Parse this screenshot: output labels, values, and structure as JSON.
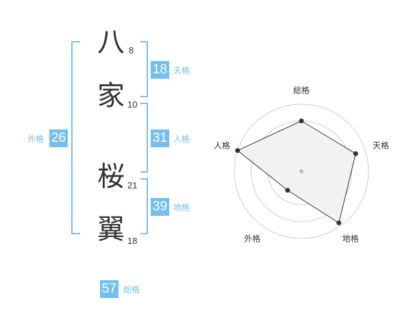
{
  "name_chars": [
    {
      "char": "八",
      "strokes": "8"
    },
    {
      "char": "家",
      "strokes": "10"
    },
    {
      "char": "桜",
      "strokes": "21"
    },
    {
      "char": "翼",
      "strokes": "18"
    }
  ],
  "kakusu": {
    "tenkaku": {
      "value": "18",
      "label": "天格"
    },
    "jinkaku": {
      "value": "31",
      "label": "人格"
    },
    "chikaku": {
      "value": "39",
      "label": "地格"
    },
    "gaikaku": {
      "value": "26",
      "label": "外格"
    },
    "soukaku": {
      "value": "57",
      "label": "総格"
    }
  },
  "radar": {
    "labels": [
      "総格",
      "天格",
      "地格",
      "外格",
      "人格"
    ],
    "levels": 4,
    "values": [
      0.75,
      0.85,
      0.95,
      0.35,
      1.0
    ],
    "colors": {
      "ring": "#cccccc",
      "fill": "#f0f0f0",
      "line": "#333333",
      "point": "#333333",
      "center": "#bbbbbb"
    }
  },
  "colors": {
    "accent": "#74bff0",
    "text": "#333333"
  }
}
